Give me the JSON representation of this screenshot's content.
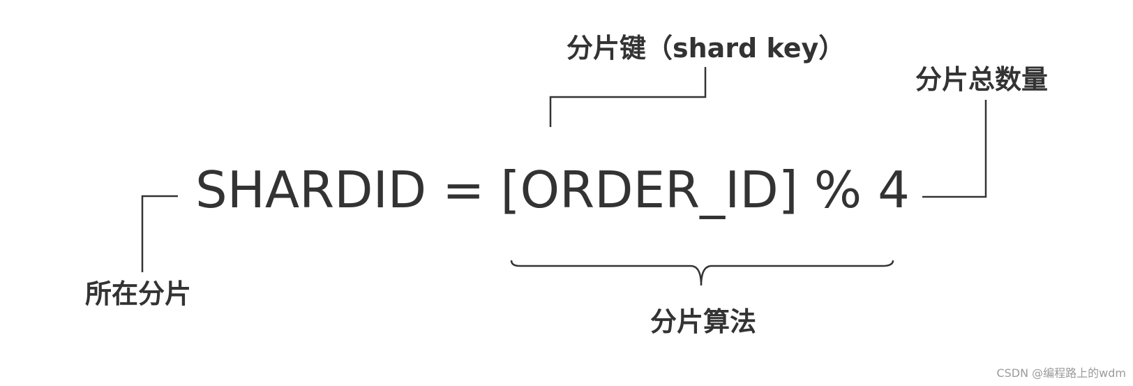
{
  "labels": {
    "shard_key": "分片键（shard key）",
    "total_shards": "分片总数量",
    "current_shard": "所在分片",
    "shard_algorithm": "分片算法"
  },
  "formula": {
    "lhs": "SHARDID",
    "equals": " = ",
    "key": "[ORDER_ID]",
    "operator": " % ",
    "modulus": "4"
  },
  "watermark": "CSDN @编程路上的wdm",
  "colors": {
    "text": "#333333",
    "lines": "#333333",
    "watermark": "#9a9a9a",
    "background": "#ffffff"
  }
}
